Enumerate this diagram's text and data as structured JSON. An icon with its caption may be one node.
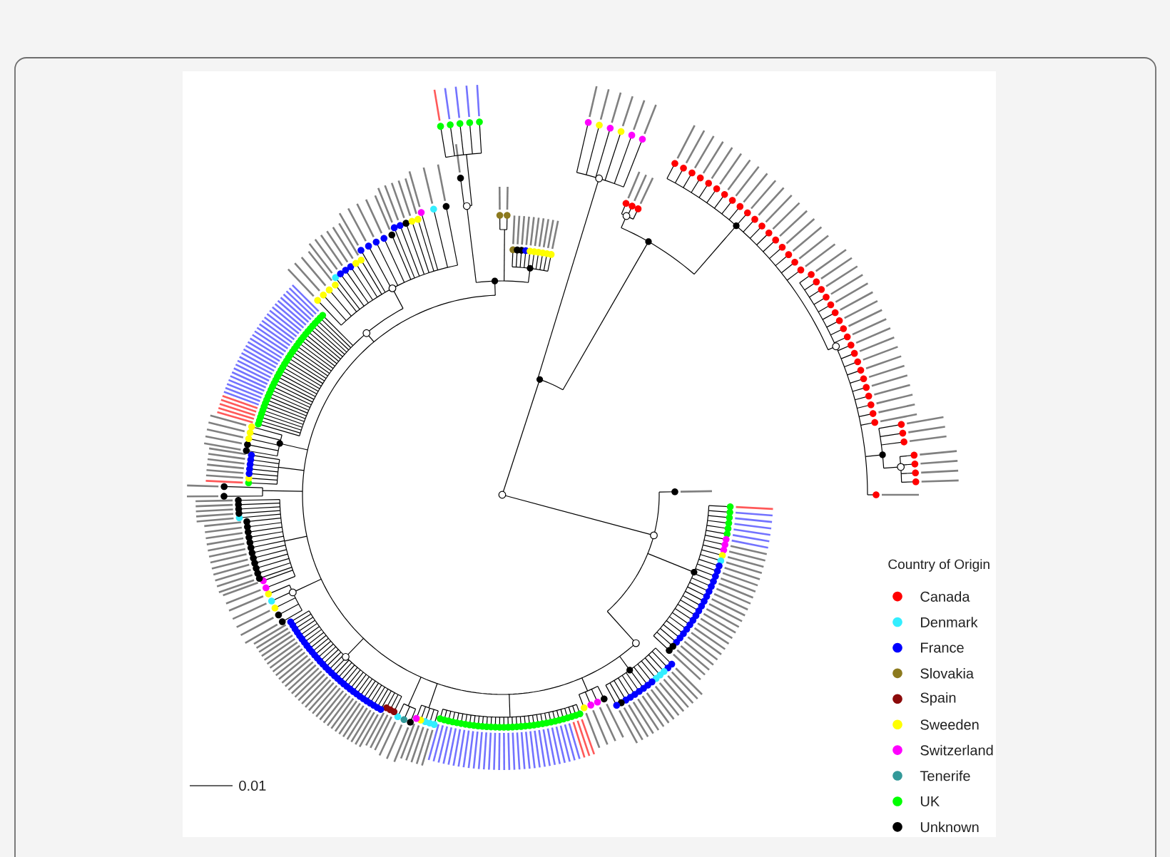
{
  "diagram": {
    "labels": [
      "Country of Origin",
      "0.01"
    ],
    "legend": [
      {
        "text": "Canada",
        "color": "#ff0000"
      },
      {
        "text": "Denmark",
        "color": "#33eeff"
      },
      {
        "text": "France",
        "color": "#0000ff"
      },
      {
        "text": "Slovakia",
        "color": "#8c7a1e"
      },
      {
        "text": "Spain",
        "color": "#8b0a0a"
      },
      {
        "text": "Sweeden",
        "color": "#ffff00"
      },
      {
        "text": "Switzerland",
        "color": "#ff00ff"
      },
      {
        "text": "Tenerife",
        "color": "#339999"
      },
      {
        "text": "UK",
        "color": "#00ff00"
      },
      {
        "text": "Unknown",
        "color": "#000000"
      }
    ]
  }
}
